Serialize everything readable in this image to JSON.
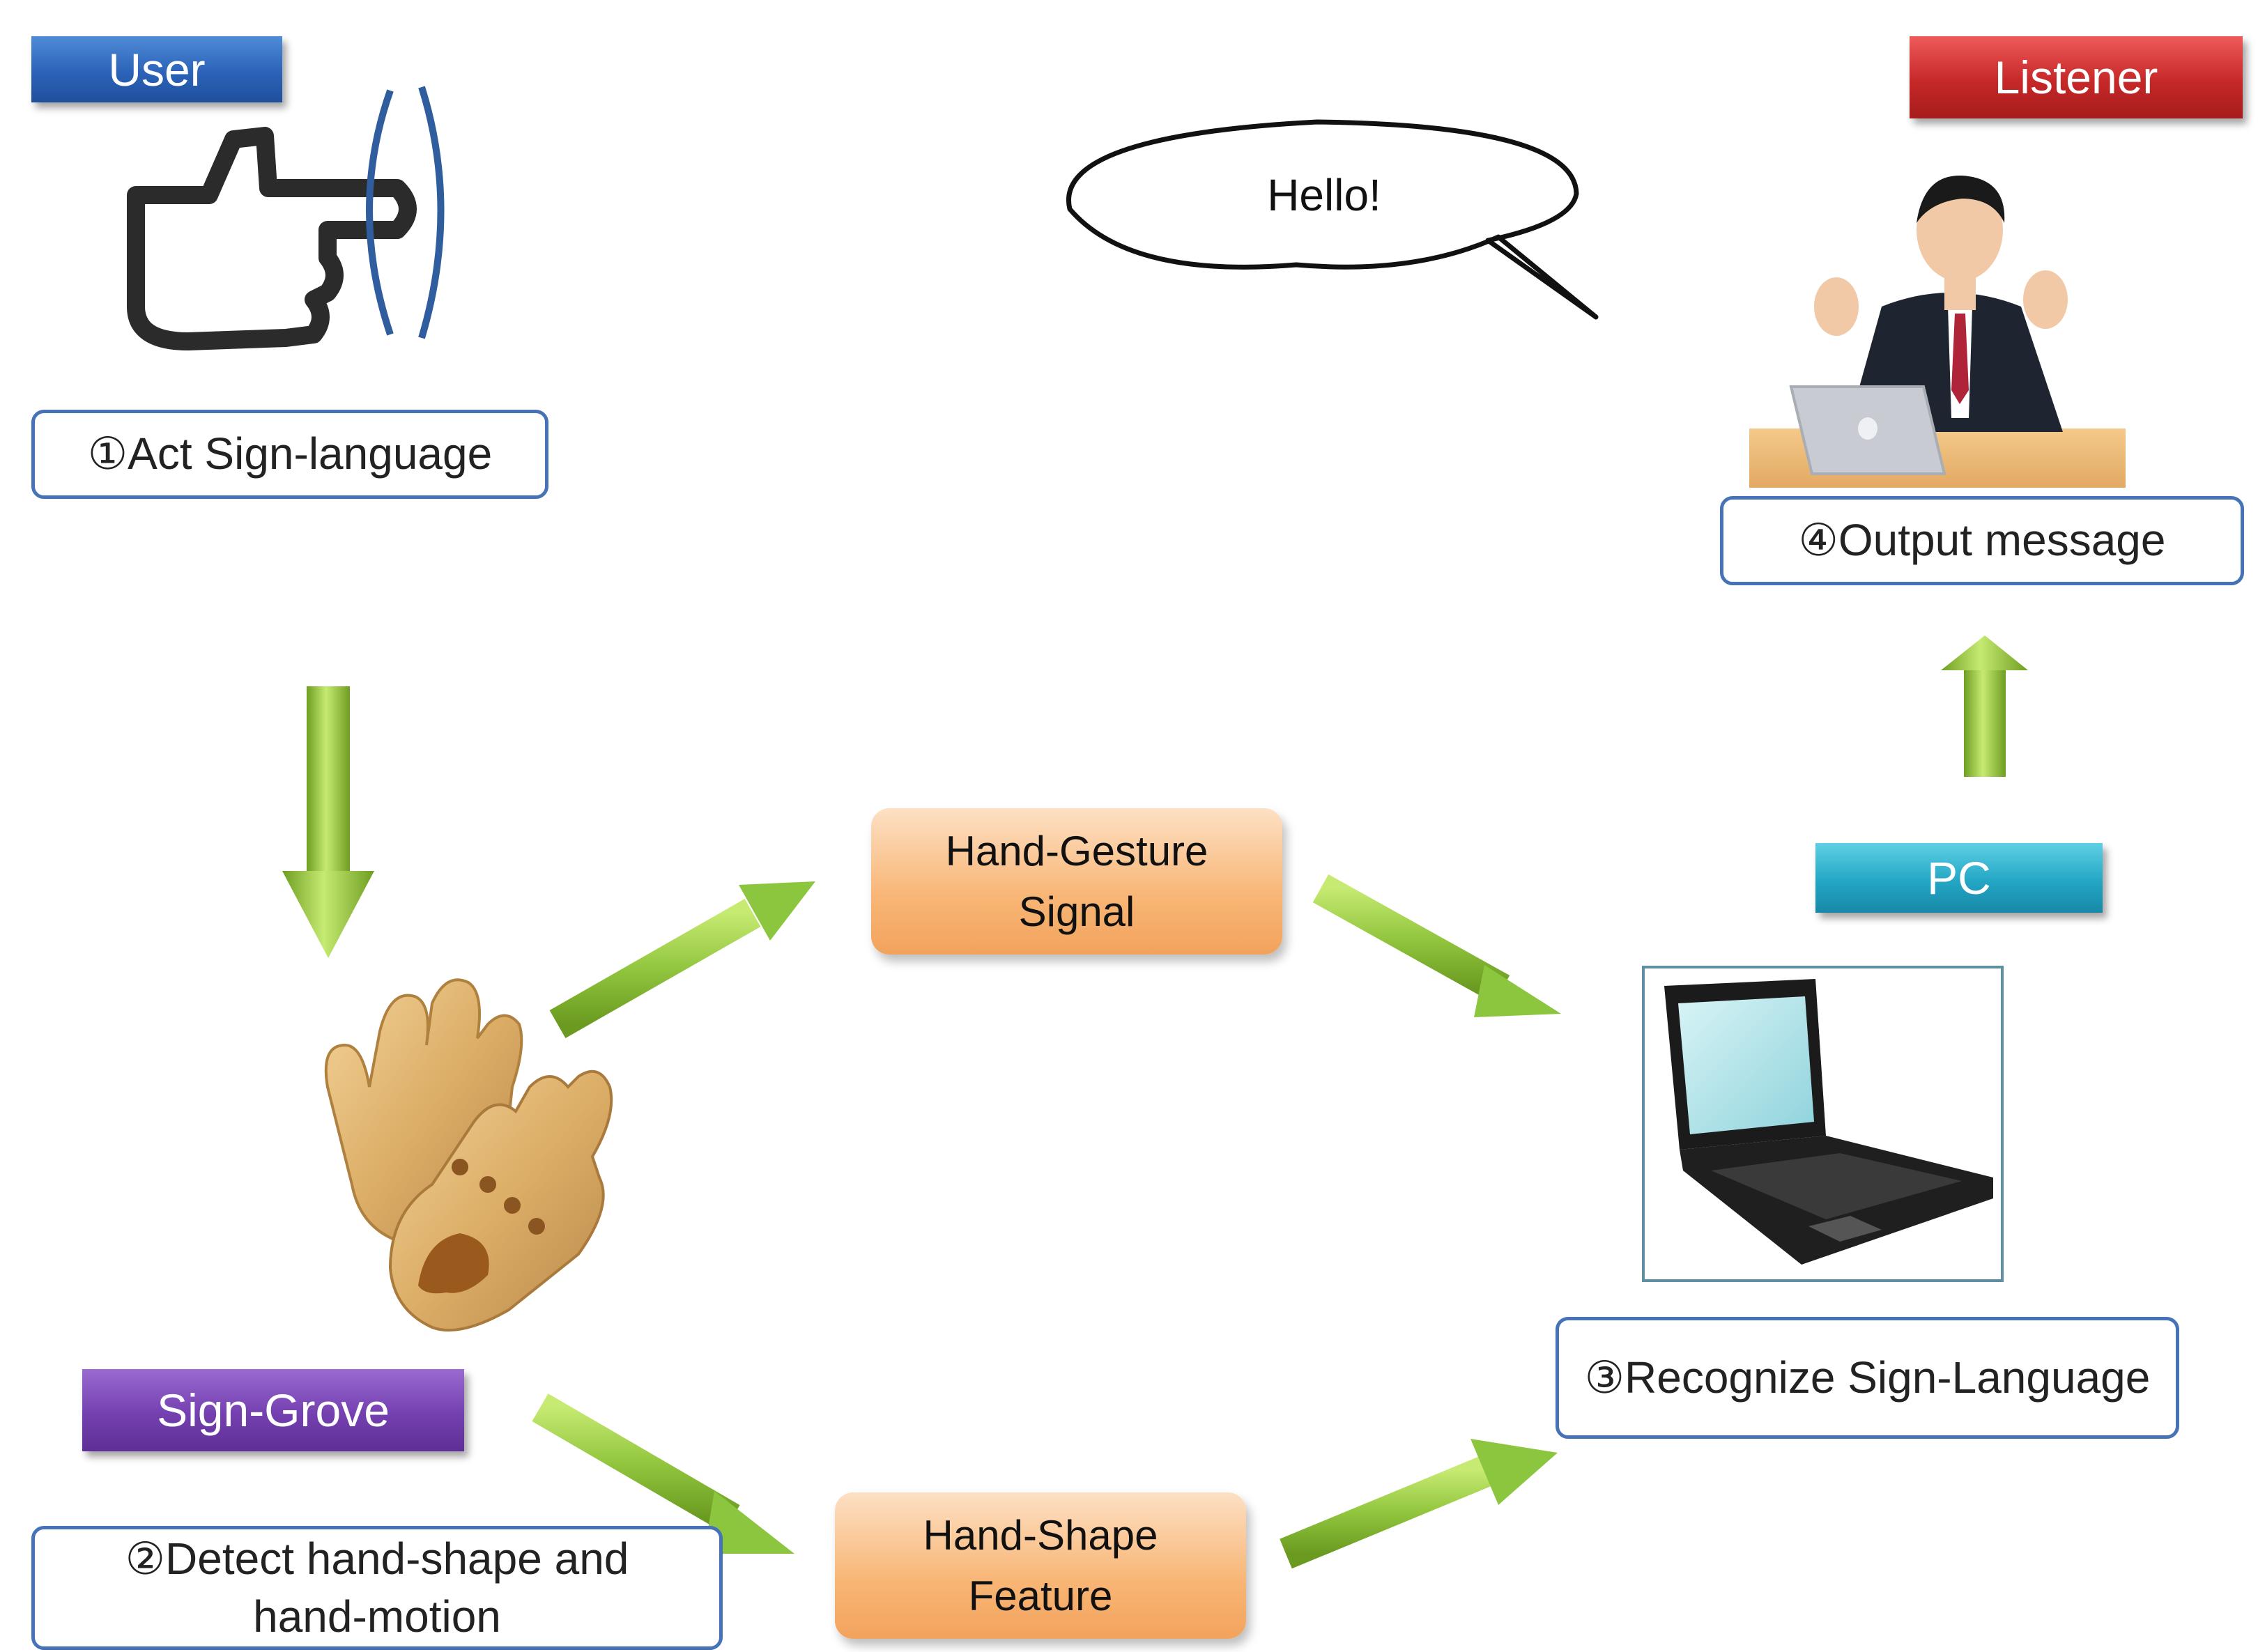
{
  "labels": {
    "user": "User",
    "listener": "Listener",
    "pc": "PC",
    "sign_grove": "Sign-Grove"
  },
  "steps": {
    "act": "①Act Sign-language",
    "detect_line1": "②Detect hand-shape and",
    "detect_line2": "hand-motion",
    "recognize": "③Recognize Sign-Language",
    "output": "④Output message"
  },
  "processes": {
    "gesture_line1": "Hand-Gesture",
    "gesture_line2": "Signal",
    "shape_line1": "Hand-Shape",
    "shape_line2": "Feature"
  },
  "speech": "Hello!",
  "colors": {
    "arrow_green": "#8cc63f",
    "box_border": "#4672b8",
    "user_blue": "#2c63b8",
    "listener_red": "#c62828",
    "pc_cyan": "#23a6c4",
    "grove_purple": "#7440b0",
    "process_orange": "#f8b676"
  },
  "icons": [
    "pointing-hand-icon",
    "glove-icon",
    "laptop-icon",
    "listener-photo"
  ]
}
